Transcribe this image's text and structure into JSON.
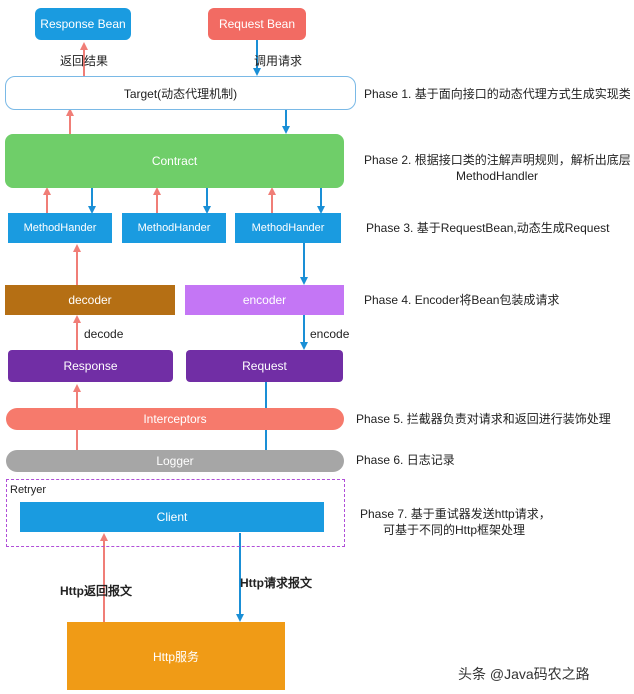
{
  "colors": {
    "blue": "#1a9be0",
    "red": "#f26b63",
    "green": "#6fce69",
    "brown": "#b56f14",
    "lilac": "#c476f5",
    "purple": "#712ea5",
    "salmon": "#f67a6c",
    "gray": "#a6a6a6",
    "orange": "#f09b16",
    "arrow_red": "#f07e77",
    "arrow_blue": "#1a8fd6",
    "retry_border": "#b04fd8"
  },
  "nodes": {
    "response_bean": "Response Bean",
    "request_bean": "Request Bean",
    "target": "Target(动态代理机制)",
    "contract": "Contract",
    "method_handler": "MethodHander",
    "decoder": "decoder",
    "encoder": "encoder",
    "response": "Response",
    "request": "Request",
    "interceptors": "Interceptors",
    "logger": "Logger",
    "retryer": "Retryer",
    "client": "Client",
    "http_service": "Http服务"
  },
  "edge_labels": {
    "return_result": "返回结果",
    "invoke_request": "调用请求",
    "decode": "decode",
    "encode": "encode",
    "http_response": "Http返回报文",
    "http_request": "Http请求报文"
  },
  "phases": [
    "Phase 1. 基于面向接口的动态代理方式生成实现类",
    "Phase 2. 根据接口类的注解声明规则，解析出底层",
    "MethodHandler",
    "Phase 3. 基于RequestBean,动态生成Request",
    "Phase 4. Encoder将Bean包装成请求",
    "Phase 5. 拦截器负责对请求和返回进行装饰处理",
    "Phase 6. 日志记录",
    "Phase 7. 基于重试器发送http请求，",
    "可基于不同的Http框架处理"
  ],
  "watermark": "头条 @Java码农之路"
}
